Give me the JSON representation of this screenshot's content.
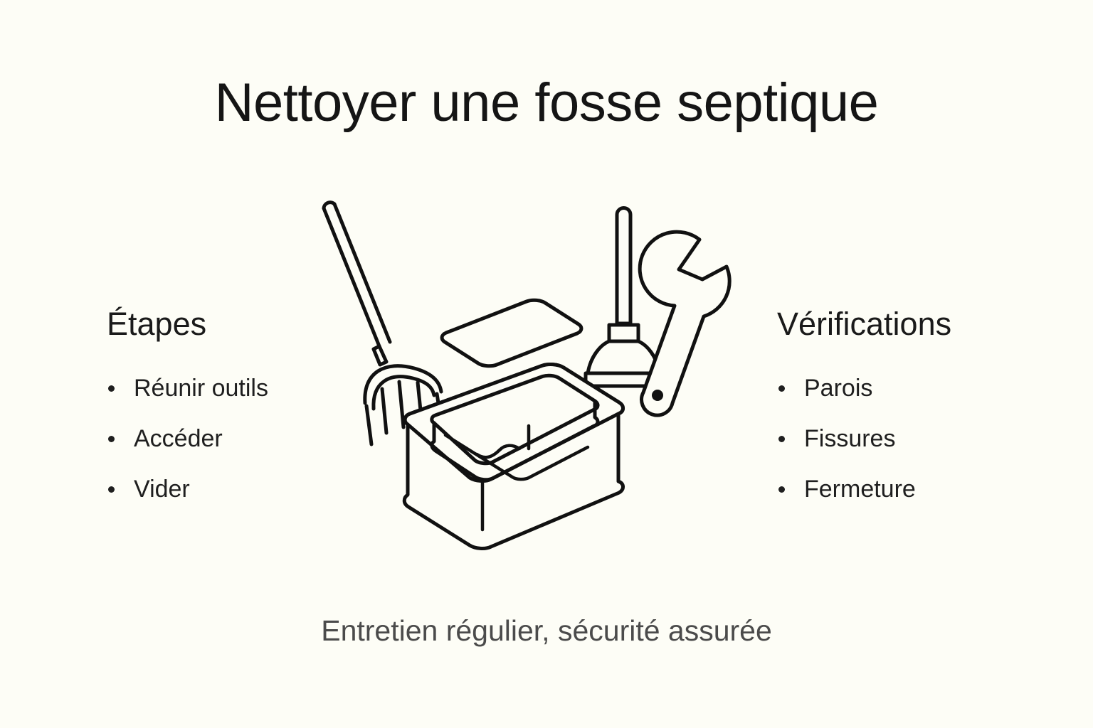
{
  "background_color": "#fdfdf6",
  "title": "Nettoyer une fosse septique",
  "left_column": {
    "heading": "Étapes",
    "items": [
      {
        "label": "Réunir outils"
      },
      {
        "label": "Accéder"
      },
      {
        "label": "Vider"
      }
    ]
  },
  "right_column": {
    "heading": "Vérifications",
    "items": [
      {
        "label": "Parois"
      },
      {
        "label": "Fissures"
      },
      {
        "label": "Fermeture"
      }
    ]
  },
  "footer": "Entretien régulier, sécurité assurée",
  "illustration": {
    "style": "line-art",
    "stroke_color": "#111111",
    "fill_color": "#fdfdf6",
    "elements": [
      {
        "name": "pitchfork-icon",
        "description": "long-handled fork with five tines, upper left"
      },
      {
        "name": "tank-lid-icon",
        "description": "detached rounded square lid floating above the tank"
      },
      {
        "name": "septic-tank-icon",
        "description": "isometric open square tank with rim, liquid surface and wavy line"
      },
      {
        "name": "plunger-icon",
        "description": "plunger with straight handle and bell cup, upper right"
      },
      {
        "name": "wrench-icon",
        "description": "open-end wrench tilted diagonally, upper right"
      }
    ]
  },
  "colors": {
    "title": "#151515",
    "heading": "#1a1a1a",
    "body": "#1f1f1f",
    "footer": "#4b4b4b",
    "ink": "#111111"
  }
}
